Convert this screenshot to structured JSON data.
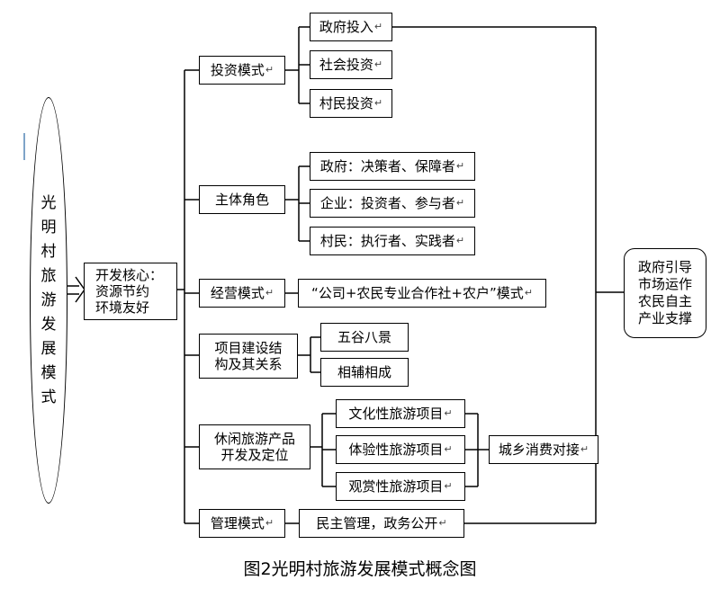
{
  "title": "光明村旅游发展模式",
  "caption": "图2光明村旅游发展模式概念图",
  "core": "开发核心：\n资源节约\n环境友好",
  "right_box": "政府引导\n市场运作\n农民自主\n产业支撑",
  "enter_mark": "↵",
  "categories": [
    {
      "label": "投资模式",
      "items": [
        "政府投入",
        "社会投资",
        "村民投资"
      ]
    },
    {
      "label": "主体角色",
      "items": [
        "政府：决策者、保障者",
        "企业：投资者、参与者",
        "村民：执行者、实践者"
      ]
    },
    {
      "label": "经营模式",
      "items": [
        "“公司+农民专业合作社+农户”模式"
      ]
    },
    {
      "label": "项目建设结\n构及其关系",
      "items": [
        "五谷八景",
        "相辅相成"
      ]
    },
    {
      "label": "休闲旅游产品\n开发及定位",
      "items": [
        "文化性旅游项目",
        "体验性旅游项目",
        "观赏性旅游项目"
      ],
      "extra": "城乡消费对接"
    },
    {
      "label": "管理模式",
      "items": [
        "民主管理，政务公开"
      ]
    }
  ]
}
